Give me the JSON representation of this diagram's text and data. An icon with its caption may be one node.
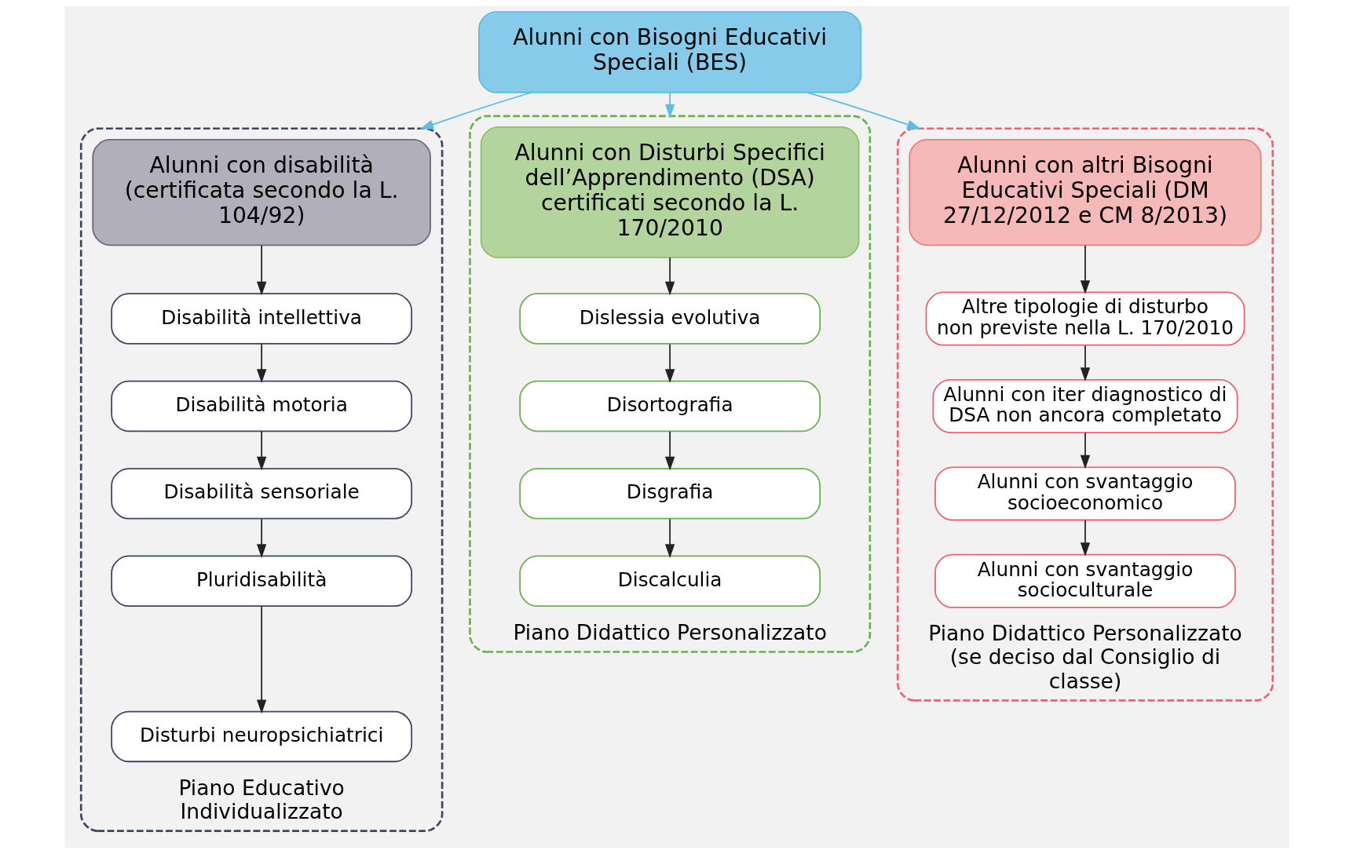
{
  "diagram": {
    "nodes": [
      {
        "text": [
          "Alunni con Bisogni Educativi Speciali (BES)"
        ]
      },
      {
        "text": [
          "Piano Educativo Individualizzato"
        ]
      },
      {
        "text": [
          "Alunni con disabilità (certificata secondo la L. 104/92)"
        ],
        "in": 1
      },
      {
        "text": [
          "Disabilità intellettiva"
        ],
        "in": 1
      },
      {
        "text": [
          "Disabilità motoria"
        ],
        "in": 1
      },
      {
        "text": [
          "Disabilità sensoriale"
        ],
        "in": 1
      },
      {
        "text": [
          "Pluridisabilità"
        ],
        "in": 1
      },
      {
        "text": [
          "Disturbi neuropsichiatrici"
        ],
        "in": 1
      },
      {
        "text": [
          "Piano Didattico Personalizzato"
        ]
      },
      {
        "text": [
          "Alunni con Disturbi Specifici dell’Apprendimento (DSA) certificati secondo la L. 170/2010"
        ],
        "in": 8
      },
      {
        "text": [
          "Dislessia evolutiva"
        ],
        "in": 8
      },
      {
        "text": [
          "Disortografia"
        ],
        "in": 8
      },
      {
        "text": [
          "Disgrafia"
        ],
        "in": 8
      },
      {
        "text": [
          "Discalculia"
        ],
        "in": 8
      },
      {
        "text": [
          "Piano Didattico Personalizzato (se deciso dal Consiglio di classe)"
        ]
      },
      {
        "text": [
          "Alunni con altri Bisogni Educativi Speciali (DM 27/12/2012 e CM 8/2013)"
        ],
        "in": 14
      },
      {
        "text": [
          "Altre tipologie di disturbo non previste nella L. 170/2010"
        ],
        "in": 14
      },
      {
        "text": [
          "Alunni con iter diagnostico di DSA non ancora completato"
        ],
        "in": 14
      },
      {
        "text": [
          "Alunni con svantaggio socioeconomico"
        ],
        "in": 14
      },
      {
        "text": [
          "Alunni con svantaggio socioculturale"
        ],
        "in": 14
      }
    ],
    "edges": [
      {
        "from": 0,
        "to": 1,
        "arrow": "to",
        "color": "#5bbde8"
      },
      {
        "from": 0,
        "to": 8,
        "arrow": "to",
        "color": "#5bbde8"
      },
      {
        "from": 0,
        "to": 14,
        "arrow": "to",
        "color": "#5bbde8"
      },
      {
        "from": 2,
        "to": 3,
        "arrow": "to"
      },
      {
        "from": 3,
        "to": 4,
        "arrow": "to"
      },
      {
        "from": 4,
        "to": 5,
        "arrow": "to"
      },
      {
        "from": 5,
        "to": 6,
        "arrow": "to"
      },
      {
        "from": 6,
        "to": 7,
        "arrow": "to"
      },
      {
        "from": 9,
        "to": 10,
        "arrow": "to"
      },
      {
        "from": 10,
        "to": 11,
        "arrow": "to"
      },
      {
        "from": 11,
        "to": 12,
        "arrow": "to"
      },
      {
        "from": 12,
        "to": 13,
        "arrow": "to"
      },
      {
        "from": 15,
        "to": 16,
        "arrow": "to"
      },
      {
        "from": 16,
        "to": 17,
        "arrow": "to"
      },
      {
        "from": 17,
        "to": 18,
        "arrow": "to"
      },
      {
        "from": 18,
        "to": 19,
        "arrow": "to"
      }
    ]
  }
}
